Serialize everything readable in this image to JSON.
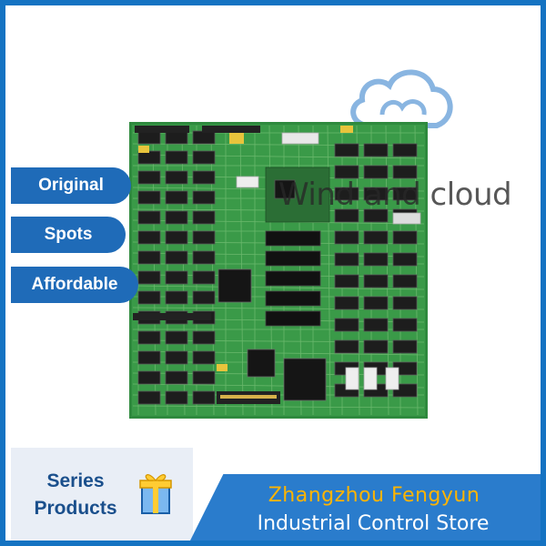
{
  "watermark": {
    "text": "Wind and cloud"
  },
  "tags": [
    {
      "label": "Original"
    },
    {
      "label": "Spots"
    },
    {
      "label": "Affordable"
    }
  ],
  "banner": {
    "series_line1": "Series",
    "series_line2": "Products",
    "store_line1": "Zhangzhou Fengyun",
    "store_line2": "Industrial Control Store"
  },
  "colors": {
    "frame": "#1573c2",
    "pill": "#1f6bb8",
    "banner": "#2a7ccc",
    "store_accent": "#ffb400",
    "pcb": "#2f8a3e"
  },
  "icons": {
    "watermark": "cloud-icon",
    "gift": "gift-icon"
  },
  "product": {
    "type": "industrial circuit board"
  }
}
